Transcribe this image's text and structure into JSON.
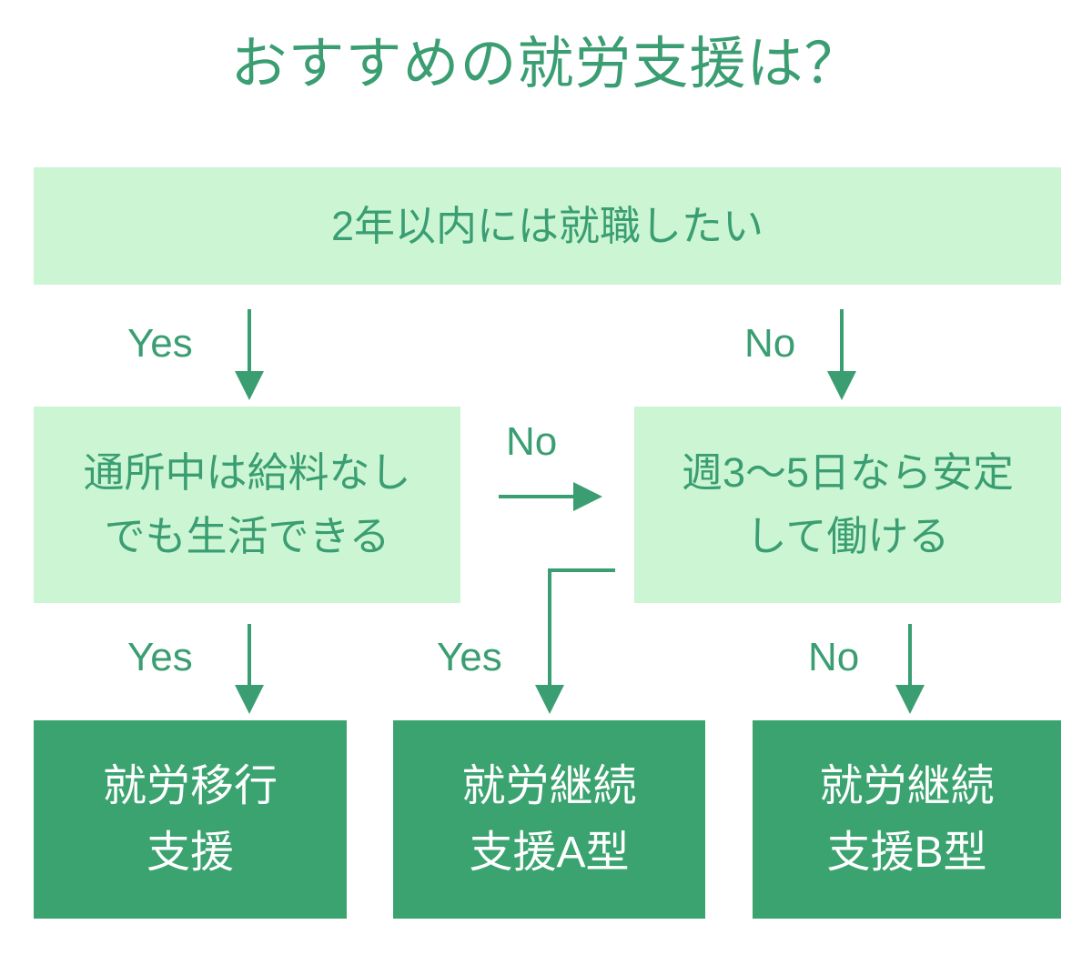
{
  "title": "おすすめの就労支援は？",
  "colors": {
    "accent_green": "#3a9e72",
    "box_light": "#ccf5d3",
    "box_solid": "#3aa36f",
    "box_solid_text": "#ffffff",
    "background": "#ffffff"
  },
  "nodes": {
    "top_question": {
      "lines": [
        "2年以内には就職したい"
      ],
      "style": "light"
    },
    "mid_left_question": {
      "lines": [
        "通所中は給料なし",
        "でも生活できる"
      ],
      "style": "light"
    },
    "mid_right_question": {
      "lines": [
        "週3〜5日なら安定",
        "して働ける"
      ],
      "style": "light"
    },
    "outcome_left": {
      "lines": [
        "就労移行",
        "支援"
      ],
      "style": "solid"
    },
    "outcome_mid": {
      "lines": [
        "就労継続",
        "支援A型"
      ],
      "style": "solid"
    },
    "outcome_right": {
      "lines": [
        "就労継続",
        "支援B型"
      ],
      "style": "solid"
    }
  },
  "edges": [
    {
      "id": "top-to-mid-left",
      "label": "Yes",
      "from": "top_question",
      "to": "mid_left_question",
      "direction": "down"
    },
    {
      "id": "top-to-mid-right",
      "label": "No",
      "from": "top_question",
      "to": "mid_right_question",
      "direction": "down"
    },
    {
      "id": "mid-left-to-mid-right",
      "label": "No",
      "from": "mid_left_question",
      "to": "mid_right_question",
      "direction": "right"
    },
    {
      "id": "mid-left-to-out-left",
      "label": "Yes",
      "from": "mid_left_question",
      "to": "outcome_left",
      "direction": "down"
    },
    {
      "id": "mid-right-to-out-mid",
      "label": "Yes",
      "from": "mid_right_question",
      "to": "outcome_mid",
      "direction": "elbow-down-left"
    },
    {
      "id": "mid-right-to-out-right",
      "label": "No",
      "from": "mid_right_question",
      "to": "outcome_right",
      "direction": "down"
    }
  ],
  "edge_labels": {
    "yes_1": "Yes",
    "no_1": "No",
    "no_2": "No",
    "yes_2": "Yes",
    "yes_3": "Yes",
    "no_3": "No"
  }
}
